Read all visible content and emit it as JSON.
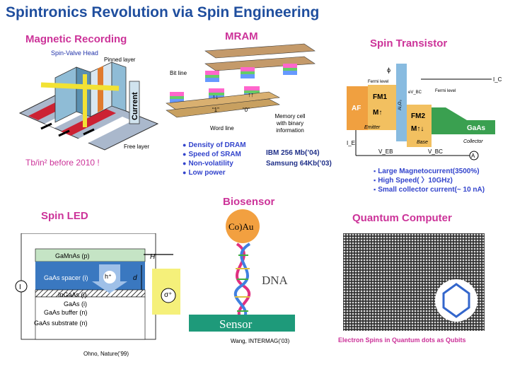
{
  "title": "Spintronics Revolution via Spin Engineering",
  "magnetic_recording": {
    "heading": "Magnetic Recording",
    "spin_valve_head": "Spin-Valve Head",
    "pinned_layer": "Pinned layer",
    "free_layer": "Free layer",
    "current_label": "Current",
    "density_note": "Tb/in² before 2010 !"
  },
  "mram": {
    "heading": "MRAM",
    "bit_line": "Bit line",
    "word_line": "Word line",
    "cell_1": "“1”",
    "cell_0": "“0”",
    "memory_cell": [
      "Memory cell",
      "with binary",
      "information"
    ],
    "bullets": [
      "Density of DRAM",
      "Speed of SRAM",
      "Non-volatility",
      "Low power"
    ],
    "ibm": "IBM 256 Mb(’04)",
    "samsung": "Samsung 64Kb(’03)"
  },
  "spin_transistor": {
    "heading": "Spin Transistor",
    "labels": {
      "af": "AF",
      "fm1": "FM1",
      "fm2": "FM2",
      "gaas": "GaAs",
      "emitter": "Emitter",
      "base": "Base",
      "collector": "Collector",
      "fermi1": "Fermi level",
      "fermi2": "Fermi level",
      "m1": "M↑",
      "m2": "M↑↓",
      "alox": "Al₂O₃",
      "ic": "I_C",
      "ie": "I_E",
      "veb": "V_EB",
      "vbc": "V_BC",
      "a": "A",
      "evbc": "eV_BC",
      "phi": "ϕ"
    },
    "bullets": [
      "Large Magnetocurrent(3500%)",
      "High Speed( 〉10GHz)",
      "Small collector current(~ 10 nA)"
    ]
  },
  "biosensor": {
    "heading": "Biosensor",
    "coau": "Co)Au",
    "dna": "DNA",
    "sensor": "Sensor",
    "citation": "Wang, INTERMAG(’03)"
  },
  "spin_led": {
    "heading": "Spin LED",
    "layers": [
      "GaMnAs (p)",
      "GaAs spacer (i)",
      "InGaAs (i)",
      "GaAs (i)",
      "GaAs buffer (n)",
      "GaAs substrate (n)"
    ],
    "h_label": "H",
    "d_label": "d",
    "hplus": "h⁺",
    "sigma": "σ⁺",
    "current_symbol": "I",
    "citation": "Ohno, Nature(’99)"
  },
  "quantum": {
    "heading": "Quantum Computer",
    "caption": "Electron Spins in Quantum dots as Qubits"
  }
}
